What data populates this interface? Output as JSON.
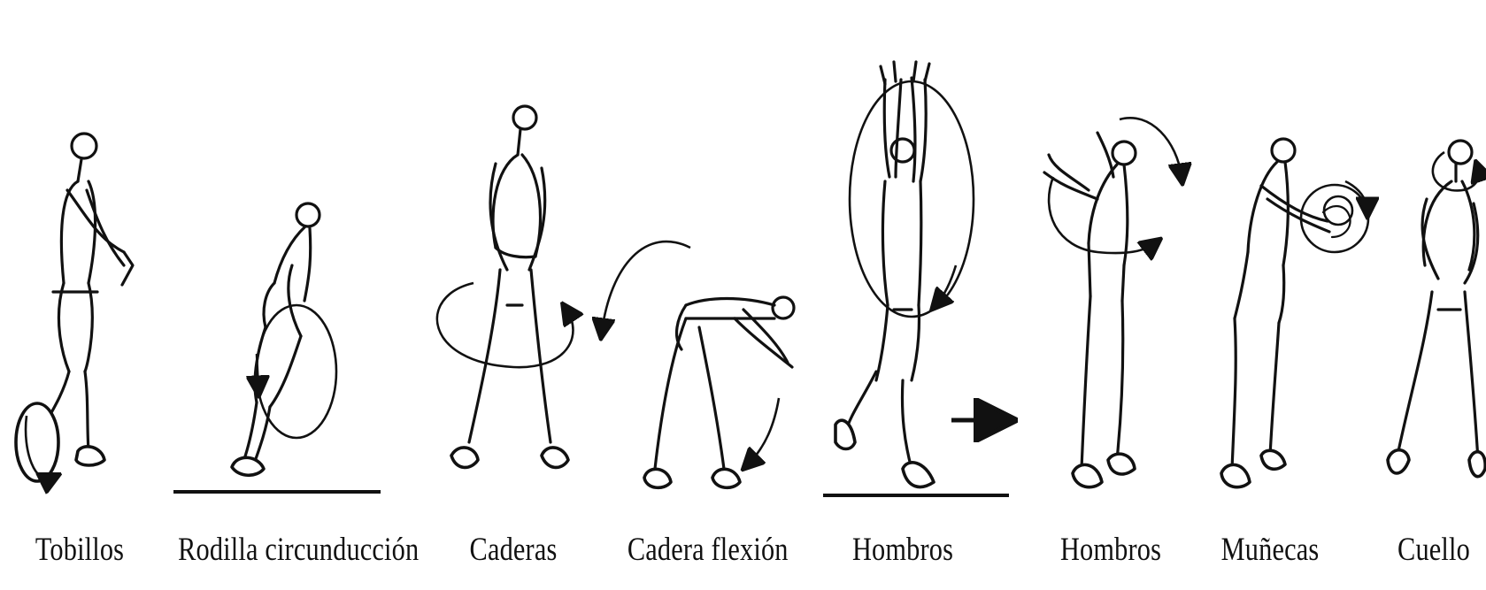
{
  "exercises": [
    {
      "label": "Tobillos"
    },
    {
      "label": "Rodilla circunducción"
    },
    {
      "label": "Caderas"
    },
    {
      "label": "Cadera flexión"
    },
    {
      "label": "Hombros"
    },
    {
      "label": "Hombros"
    },
    {
      "label": "Muñecas"
    },
    {
      "label": "Cuello"
    }
  ]
}
